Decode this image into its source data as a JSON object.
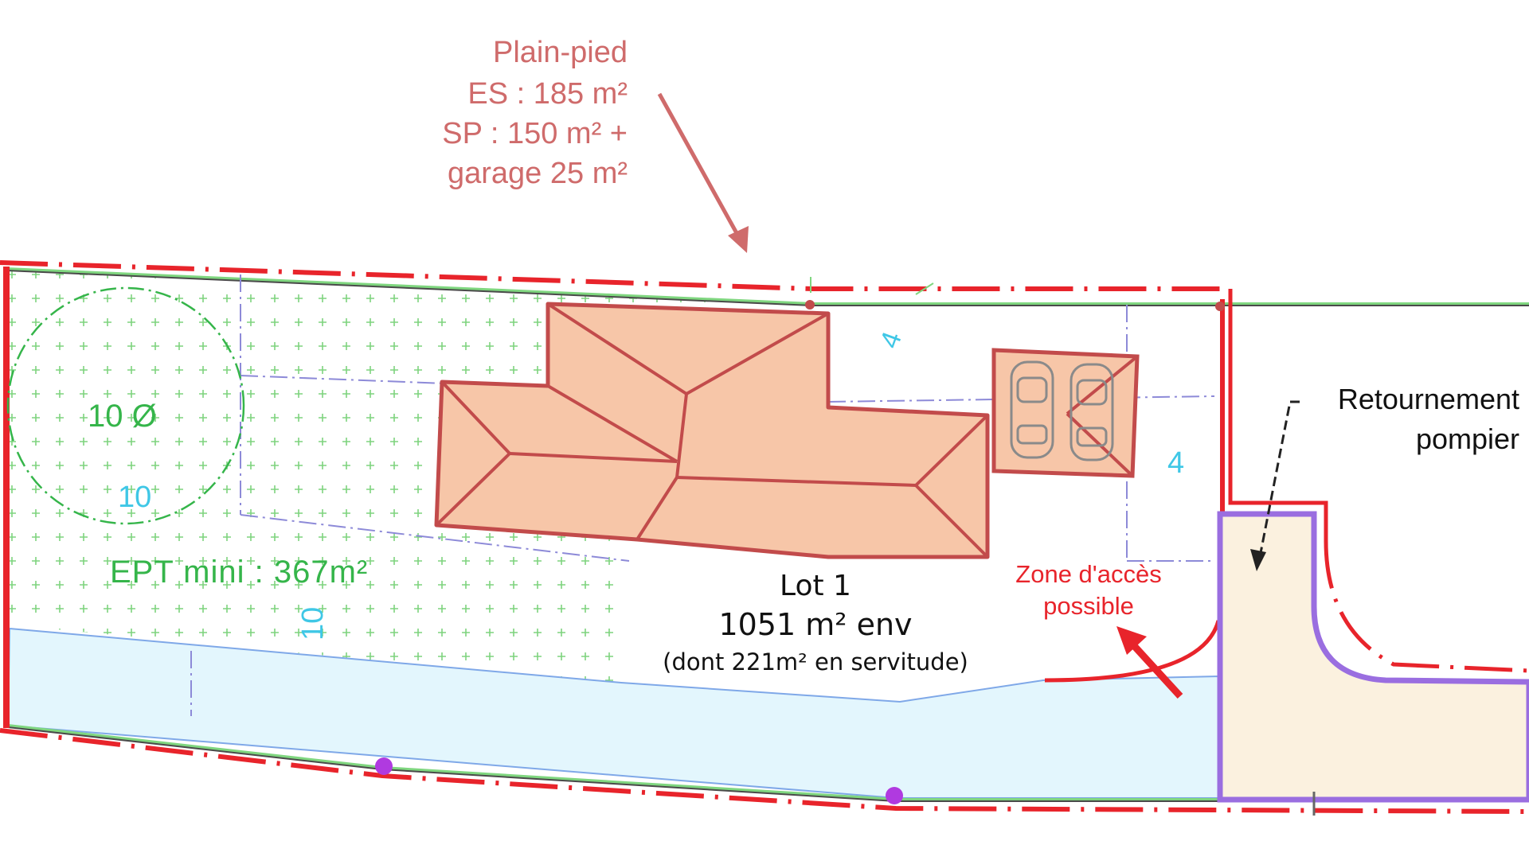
{
  "callout_house": {
    "lines": [
      "Plain-pied",
      "ES : 185 m²",
      "SP : 150 m² +",
      "garage 25 m²"
    ]
  },
  "callout_fire": {
    "line1": "Retournement",
    "line2": "pompier"
  },
  "green_zone": {
    "tree_label": "10 Ø",
    "tree_dim": "10",
    "ept_label": "EPT mini : 367m²",
    "side_dim": "10"
  },
  "lot": {
    "name": "Lot 1",
    "area": "1051 m² env",
    "note": "(dont 221m² en servitude)"
  },
  "access": {
    "line1": "Zone d'accès",
    "line2": "possible"
  },
  "setbacks": {
    "top": "4",
    "right": "4"
  },
  "colors": {
    "boundary_red": "#e8242b",
    "roof_fill": "#f7c6a8",
    "roof_stroke": "#c24b4b",
    "annotation_pink": "#cf6b6b",
    "green_text": "#35b54a",
    "cyan_text": "#3fc7e6",
    "easement_fill": "#e3f6fd",
    "fire_fill": "#fbf1df",
    "fire_stroke": "#9a6ee0"
  }
}
